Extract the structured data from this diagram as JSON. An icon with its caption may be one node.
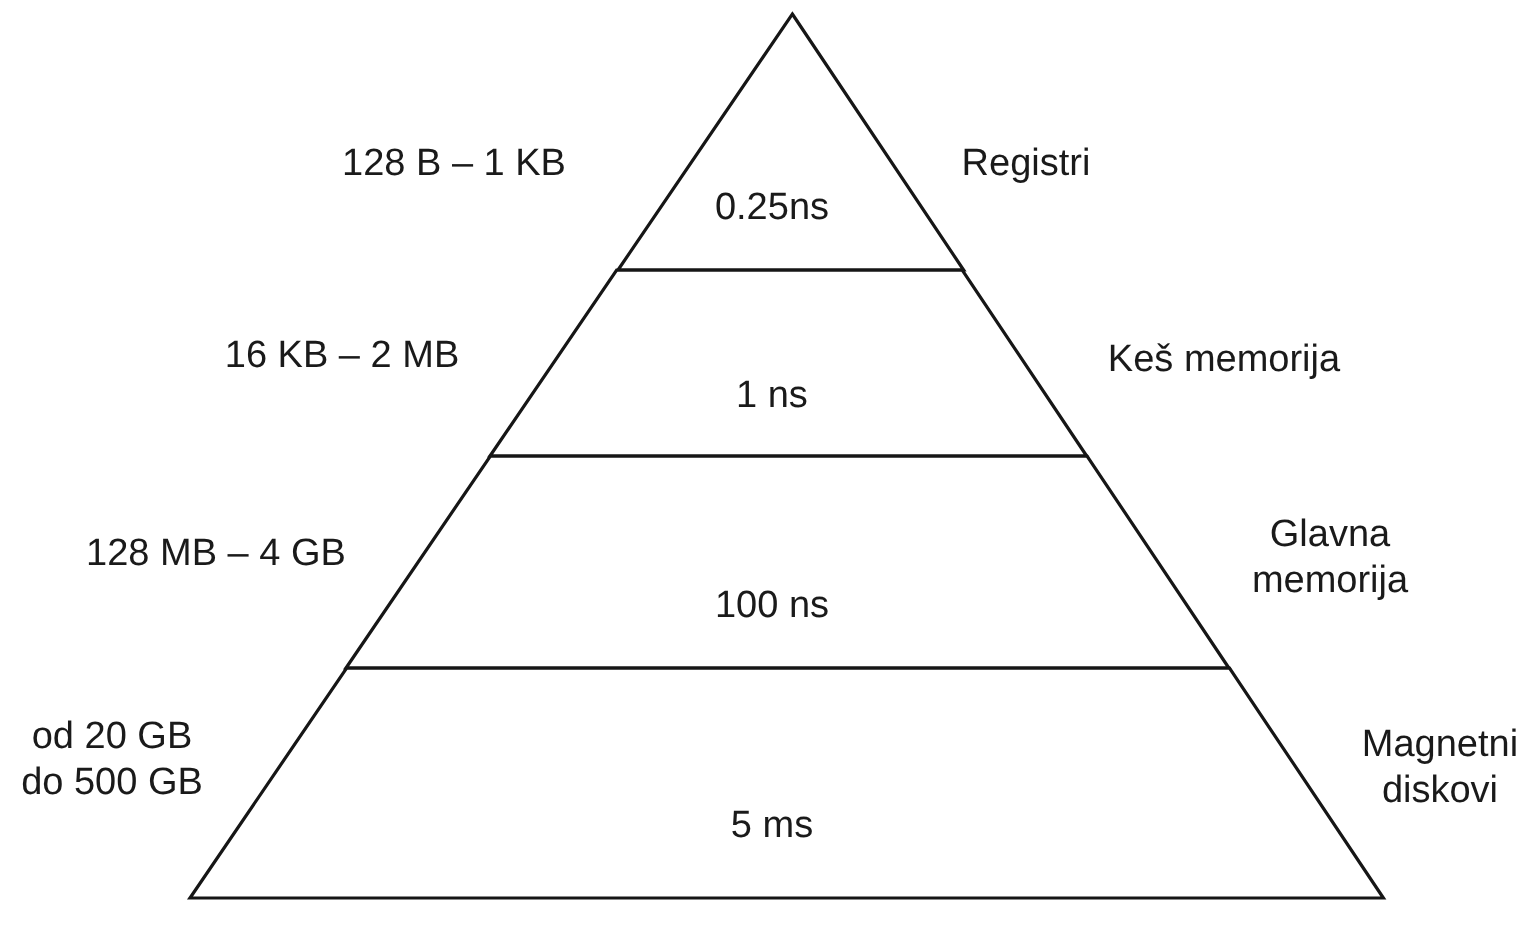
{
  "diagram": {
    "nodes": [
      {
        "text": [
          "0.25ns"
        ],
        "beside": [
          "128 B – 1 KB",
          "Registri"
        ]
      },
      {
        "text": [
          "1 ns"
        ],
        "beside": [
          "16 KB – 2 MB",
          "Keš memorija"
        ]
      },
      {
        "text": [
          "100 ns"
        ],
        "beside": [
          "128 MB – 4 GB",
          "Glavna memorija"
        ]
      },
      {
        "text": [
          "5 ms"
        ],
        "beside": [
          "od 20 GB do 500 GB",
          "Magnetni diskovi"
        ]
      }
    ]
  }
}
